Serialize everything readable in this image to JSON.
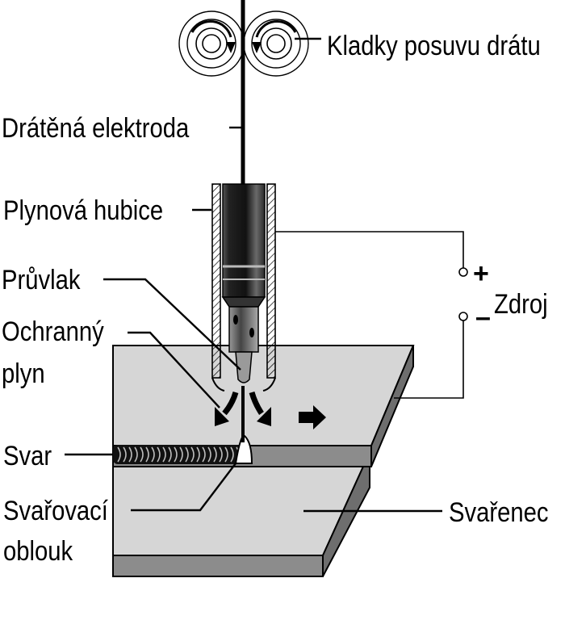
{
  "labels": {
    "wire_feed_rollers": "Kladky posuvu drátu",
    "wire_electrode": "Drátěná elektroda",
    "gas_nozzle": "Plynová hubice",
    "contact_tip": "Průvlak",
    "shielding_gas_line1": "Ochranný",
    "shielding_gas_line2": "plyn",
    "weld": "Svar",
    "welding_arc_line1": "Svařovací",
    "welding_arc_line2": "oblouk",
    "workpiece": "Svařenec",
    "power_source": "Zdroj",
    "plus_sign": "+",
    "minus_sign": "–"
  },
  "icons": {
    "direction": "arrow-right-icon",
    "gas_flow": "curved-arrow-icon"
  },
  "colors": {
    "plate_top": "#d6d6d6",
    "plate_edge": "#8c8c8c",
    "ink": "#000000"
  }
}
